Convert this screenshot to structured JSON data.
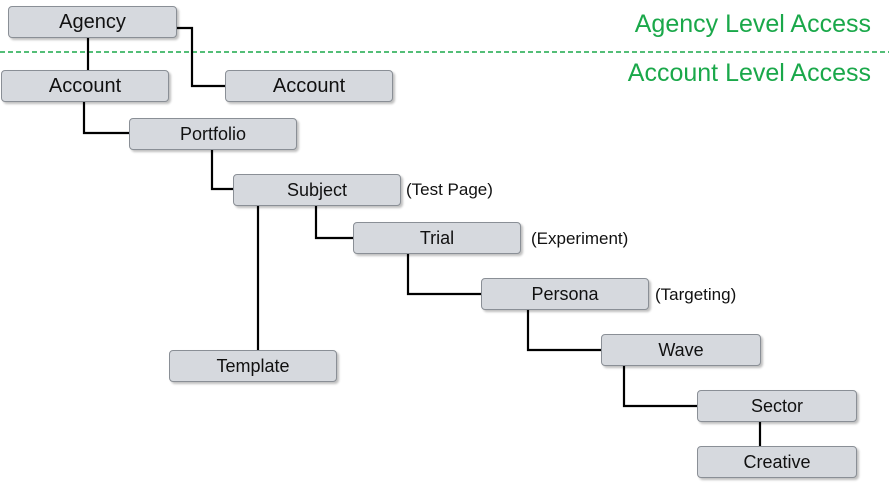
{
  "colors": {
    "access_green": "#1aa84a",
    "node_fill": "#d6d9de",
    "line": "#000000"
  },
  "access_levels": {
    "agency": "Agency Level Access",
    "account": "Account Level Access"
  },
  "nodes": {
    "agency": "Agency",
    "account_left": "Account",
    "account_right": "Account",
    "portfolio": "Portfolio",
    "subject": "Subject",
    "trial": "Trial",
    "persona": "Persona",
    "wave": "Wave",
    "sector": "Sector",
    "creative": "Creative",
    "template": "Template"
  },
  "notes": {
    "subject": "(Test Page)",
    "trial": "(Experiment)",
    "persona": "(Targeting)"
  }
}
